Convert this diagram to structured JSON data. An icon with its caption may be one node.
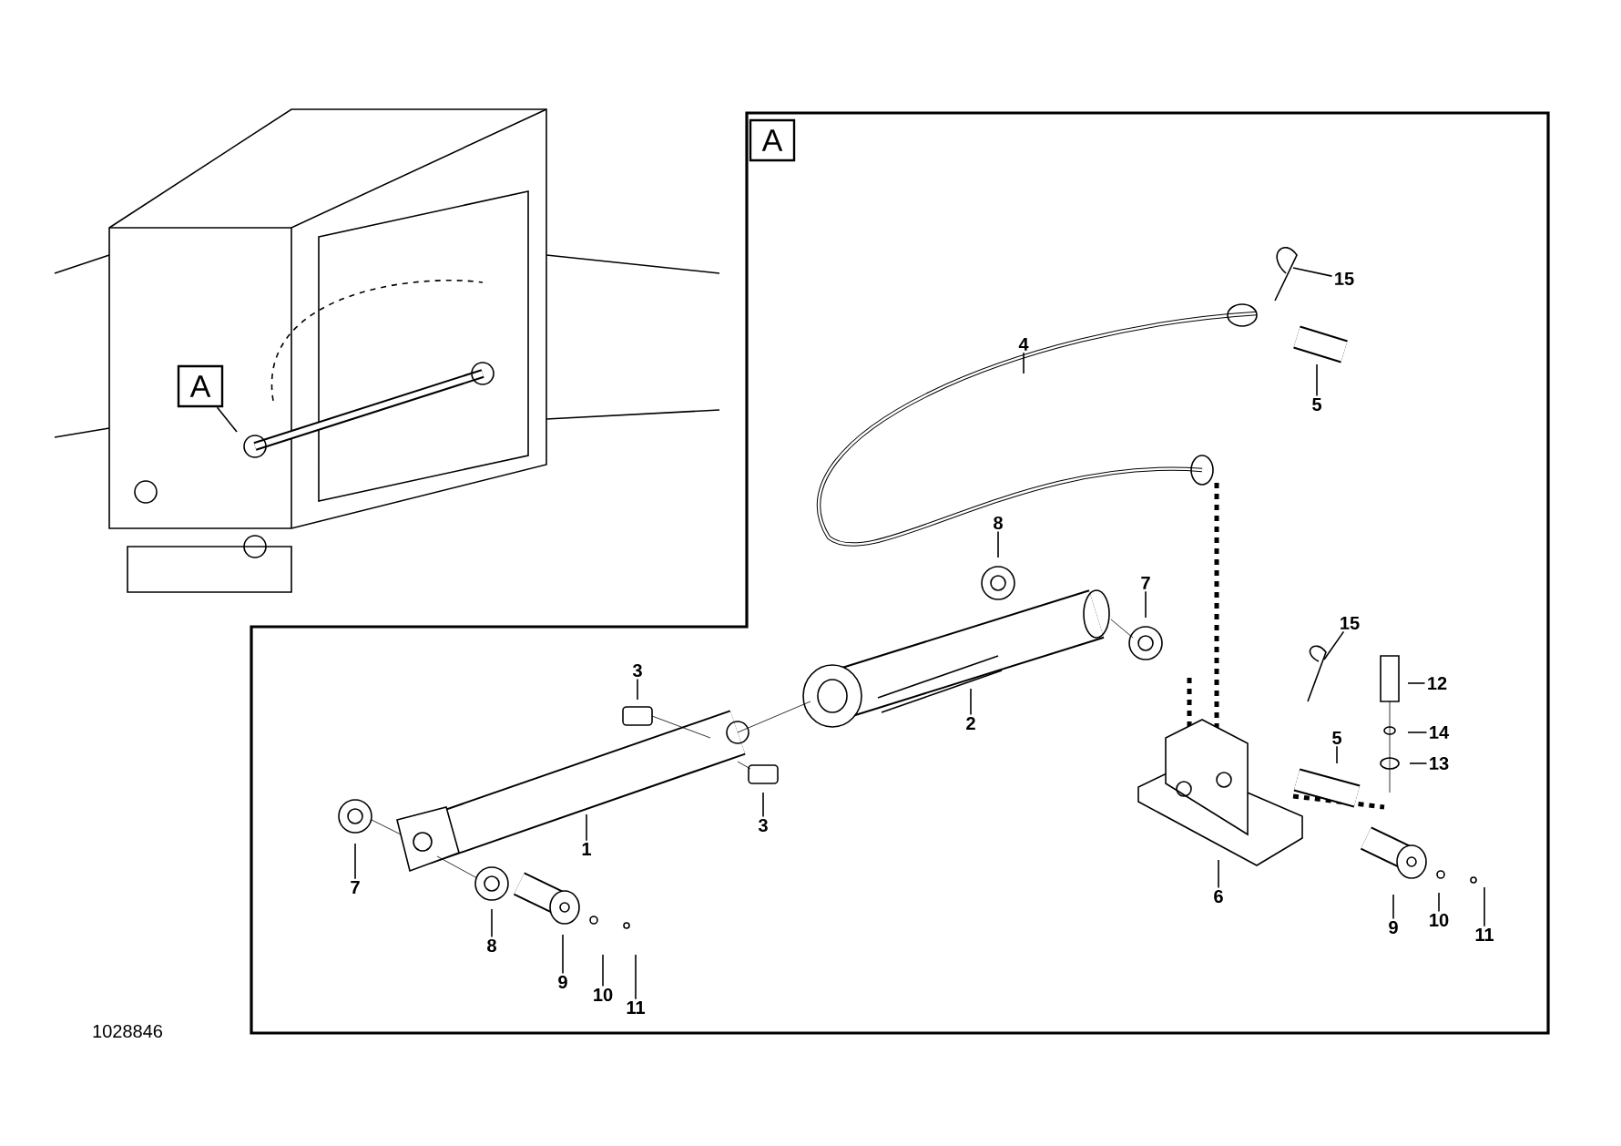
{
  "diagram": {
    "nodes": [
      {
        "text": [
          "A"
        ]
      },
      {
        "text": [
          "A"
        ]
      },
      {
        "text": [
          "15"
        ]
      },
      {
        "text": [
          "4"
        ]
      },
      {
        "text": [
          "5"
        ]
      },
      {
        "text": [
          "8"
        ]
      },
      {
        "text": [
          "7"
        ]
      },
      {
        "text": [
          "2"
        ]
      },
      {
        "text": [
          "3"
        ]
      },
      {
        "text": [
          "3"
        ]
      },
      {
        "text": [
          "1"
        ]
      },
      {
        "text": [
          "7"
        ]
      },
      {
        "text": [
          "8"
        ]
      },
      {
        "text": [
          "9"
        ]
      },
      {
        "text": [
          "10"
        ]
      },
      {
        "text": [
          "11"
        ]
      },
      {
        "text": [
          "15"
        ]
      },
      {
        "text": [
          "12"
        ]
      },
      {
        "text": [
          "14"
        ]
      },
      {
        "text": [
          "13"
        ]
      },
      {
        "text": [
          "5"
        ]
      },
      {
        "text": [
          "6"
        ]
      },
      {
        "text": [
          "9"
        ]
      },
      {
        "text": [
          "10"
        ]
      },
      {
        "text": [
          "11"
        ]
      }
    ],
    "edges": [
      {
        "from": 0,
        "to": null,
        "arrow": "none"
      },
      {
        "from": 2,
        "to": null,
        "arrow": "none"
      },
      {
        "from": 3,
        "to": null,
        "arrow": "none"
      },
      {
        "from": 4,
        "to": null,
        "arrow": "none"
      },
      {
        "from": 5,
        "to": null,
        "arrow": "none"
      },
      {
        "from": 6,
        "to": null,
        "arrow": "none"
      },
      {
        "from": 7,
        "to": null,
        "arrow": "none"
      },
      {
        "from": 8,
        "to": null,
        "arrow": "none"
      },
      {
        "from": 9,
        "to": null,
        "arrow": "none"
      },
      {
        "from": 10,
        "to": null,
        "arrow": "none"
      },
      {
        "from": 11,
        "to": null,
        "arrow": "none"
      },
      {
        "from": 12,
        "to": null,
        "arrow": "none"
      },
      {
        "from": 13,
        "to": null,
        "arrow": "none"
      },
      {
        "from": 14,
        "to": null,
        "arrow": "none"
      },
      {
        "from": 15,
        "to": null,
        "arrow": "none"
      },
      {
        "from": 16,
        "to": null,
        "arrow": "none"
      },
      {
        "from": 17,
        "to": null,
        "arrow": "none"
      },
      {
        "from": 18,
        "to": null,
        "arrow": "none"
      },
      {
        "from": 19,
        "to": null,
        "arrow": "none"
      },
      {
        "from": 20,
        "to": null,
        "arrow": "none"
      },
      {
        "from": 21,
        "to": null,
        "arrow": "none"
      },
      {
        "from": 22,
        "to": null,
        "arrow": "none"
      },
      {
        "from": 23,
        "to": null,
        "arrow": "none"
      },
      {
        "from": 24,
        "to": null,
        "arrow": "none"
      }
    ],
    "labels": [
      "1028846"
    ]
  }
}
